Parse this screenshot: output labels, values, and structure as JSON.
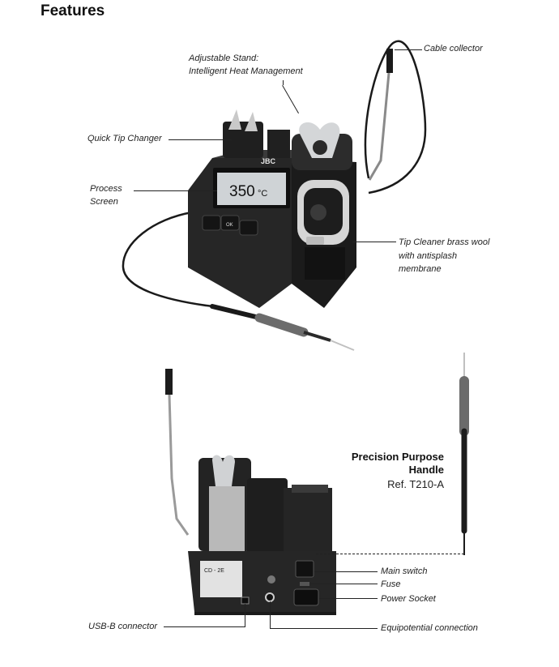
{
  "heading": "Features",
  "callouts": {
    "adjustable_stand_1": "Adjustable Stand:",
    "adjustable_stand_2": "Intelligent Heat Management",
    "cable_collector": "Cable collector",
    "quick_tip_changer": "Quick Tip Changer",
    "process_screen_1": "Process",
    "process_screen_2": "Screen",
    "tip_cleaner_1": "Tip Cleaner brass wool",
    "tip_cleaner_2": "with antisplash",
    "tip_cleaner_3": "membrane",
    "main_switch": "Main switch",
    "fuse": "Fuse",
    "power_socket": "Power Socket",
    "usb_b_connector": "USB-B connector",
    "equipotential_connection": "Equipotential connection"
  },
  "handle": {
    "title_1": "Precision Purpose",
    "title_2": "Handle",
    "ref": "Ref. T210-A"
  },
  "station_screen": {
    "brand": "JBC",
    "temperature": "350",
    "unit": "°C",
    "ok_button": "OK"
  },
  "back_panel": {
    "model": "CD - 2E"
  },
  "colors": {
    "station_body": "#2a2a2a",
    "station_dark": "#161616",
    "screen": "#cfd3d6",
    "metal": "#bfc2c4",
    "grip": "#6c6c6c"
  }
}
